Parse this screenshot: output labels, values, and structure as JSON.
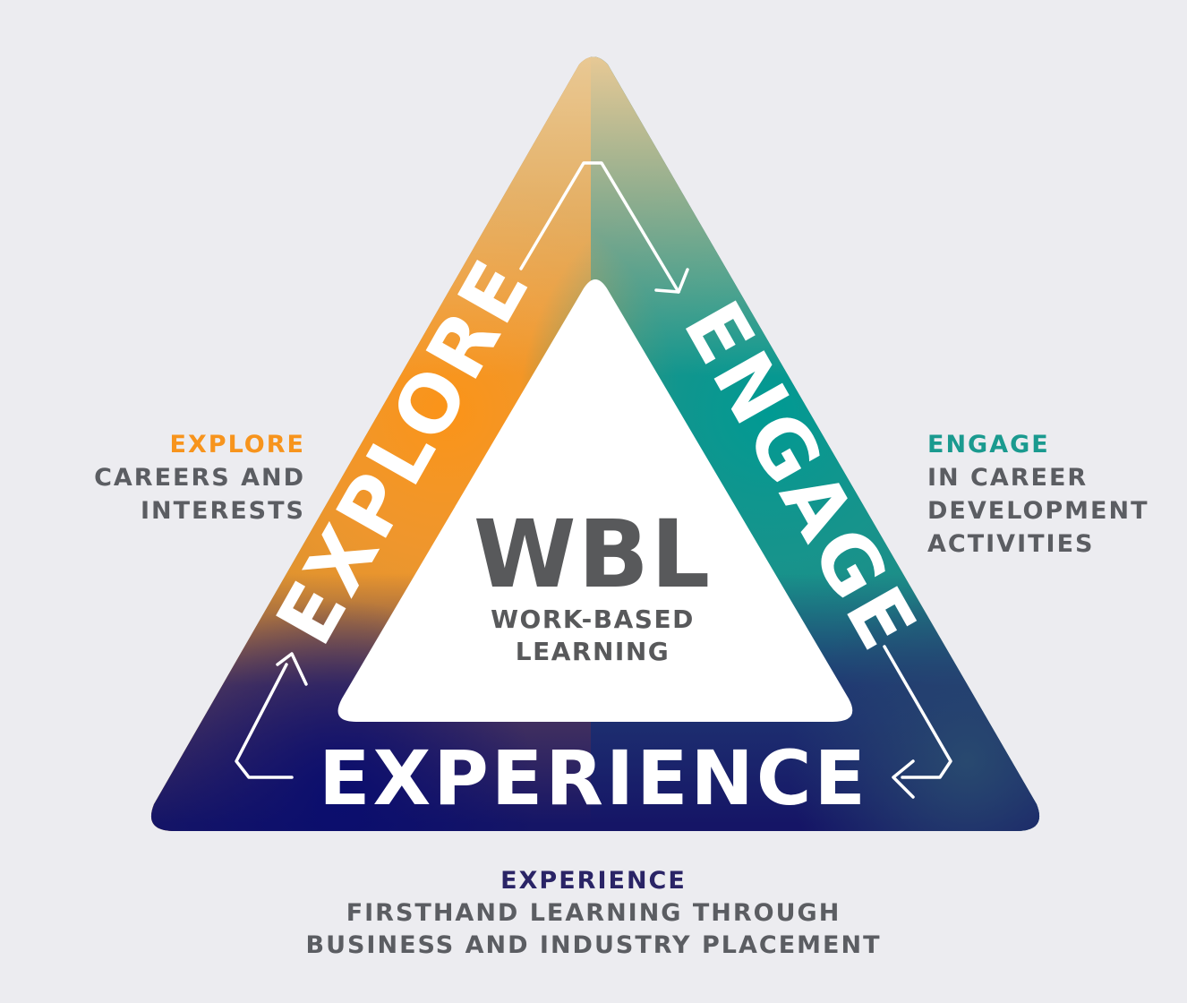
{
  "center": {
    "acronym": "WBL",
    "subtitle_line1": "WORK-BASED",
    "subtitle_line2": "LEARNING"
  },
  "band_labels": {
    "explore": "EXPLORE",
    "engage": "ENGAGE",
    "experience": "EXPERIENCE"
  },
  "descriptions": {
    "explore": {
      "heading": "EXPLORE",
      "lines": [
        "CAREERS AND",
        "INTERESTS"
      ]
    },
    "engage": {
      "heading": "ENGAGE",
      "lines": [
        "IN CAREER",
        "DEVELOPMENT",
        "ACTIVITIES"
      ]
    },
    "experience": {
      "heading": "EXPERIENCE",
      "lines": [
        "FIRSTHAND LEARNING THROUGH",
        "BUSINESS AND INDUSTRY PLACEMENT"
      ]
    }
  },
  "colors": {
    "background": "#ececf0",
    "explore": "#f7941d",
    "engage": "#1a9a8f",
    "experience": "#1d1a6b",
    "peak": "#e6c48f",
    "text_gray": "#5b5d62",
    "center_fill": "#ffffff",
    "arrow_white": "#ffffff"
  }
}
